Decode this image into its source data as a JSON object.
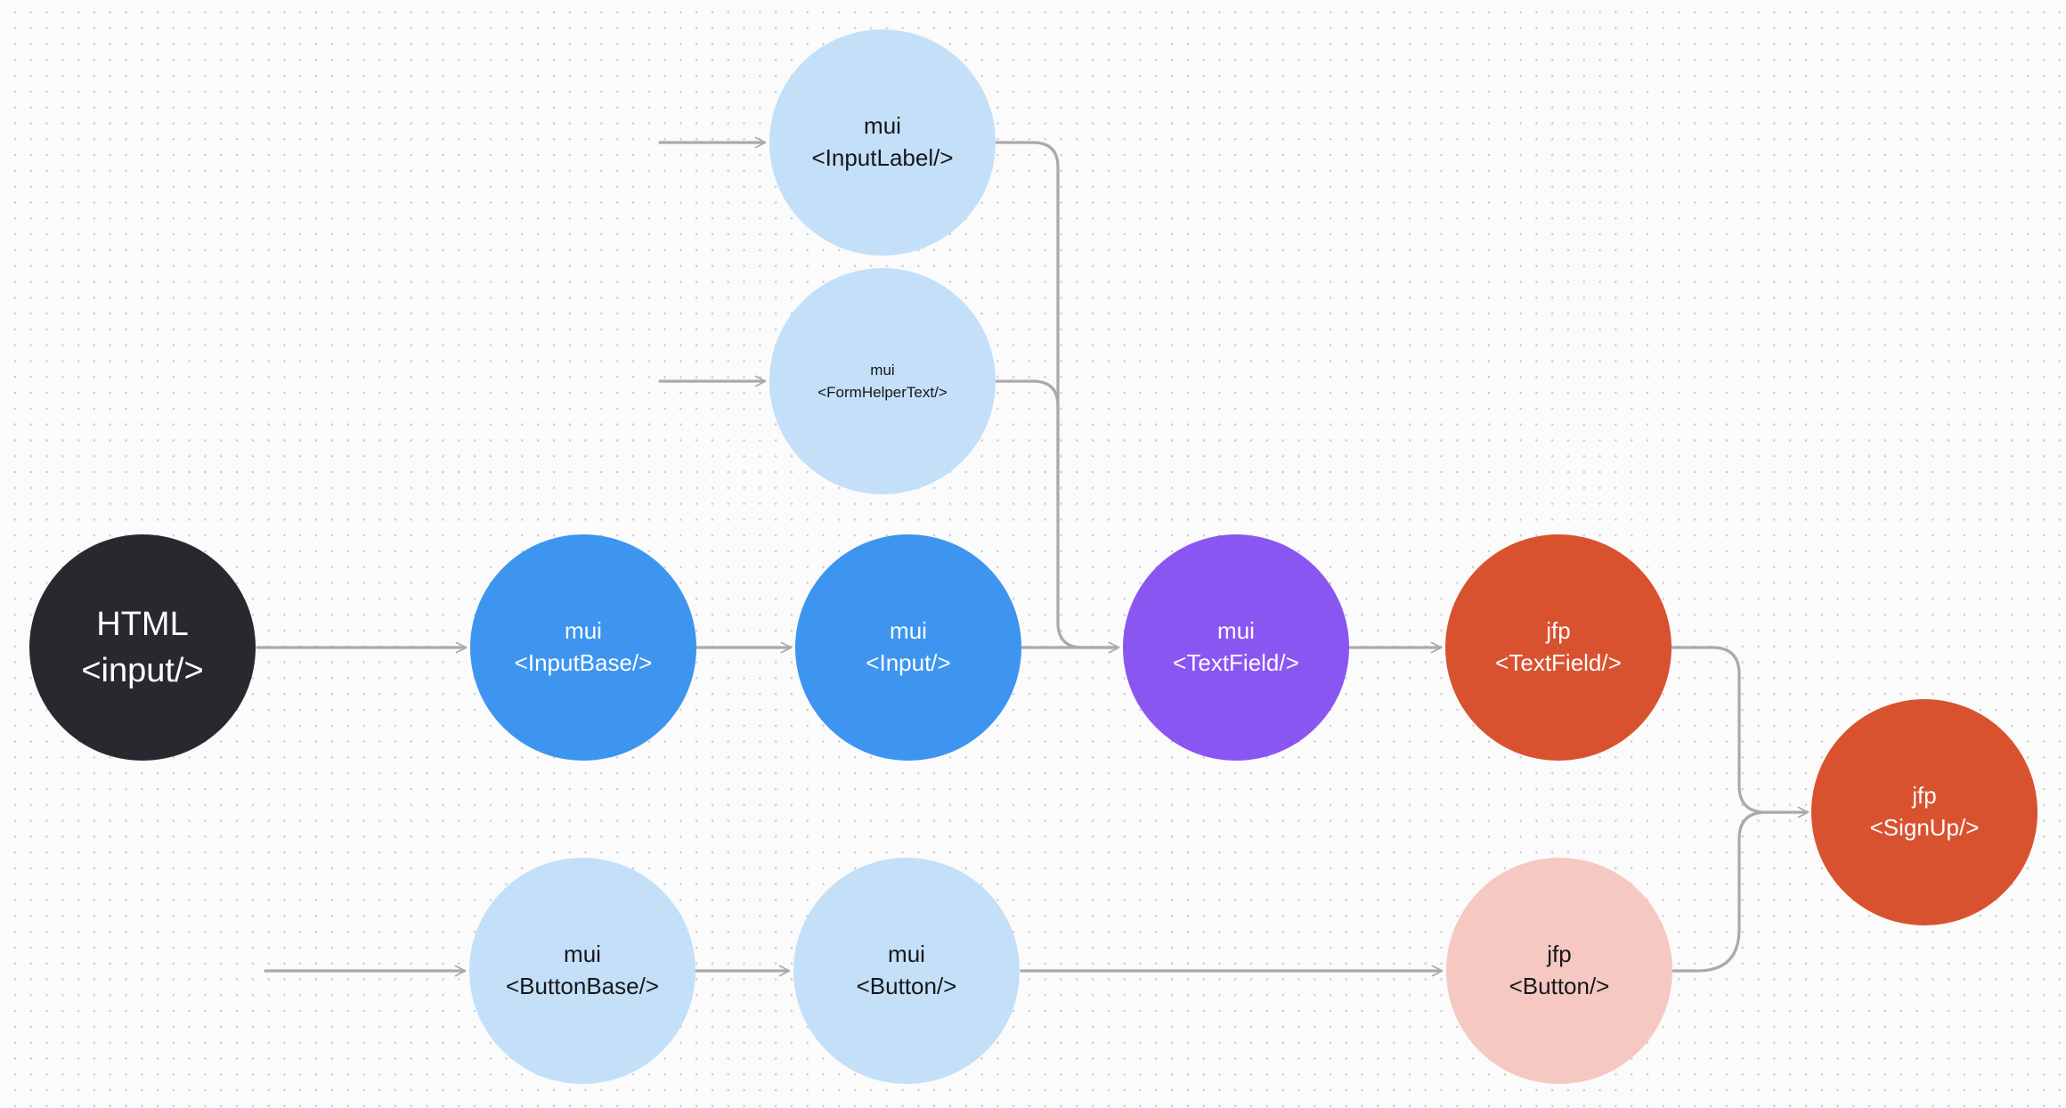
{
  "canvas": {
    "background_color": "#fbfbfb",
    "dot_grid_color": "#c9c9cd",
    "edge_color": "#a9a9ae"
  },
  "nodes": [
    {
      "id": "html-input",
      "line1": "HTML",
      "line2": "<input/>",
      "color": "#29282e",
      "text_color": "#ffffff"
    },
    {
      "id": "mui-inputbase",
      "line1": "mui",
      "line2": "<InputBase/>",
      "color": "#3d95ef",
      "text_color": "#ffffff"
    },
    {
      "id": "mui-input",
      "line1": "mui",
      "line2": "<Input/>",
      "color": "#3d95ef",
      "text_color": "#ffffff"
    },
    {
      "id": "mui-textfield",
      "line1": "mui",
      "line2": "<TextField/>",
      "color": "#8a56f2",
      "text_color": "#ffffff"
    },
    {
      "id": "jfp-textfield",
      "line1": "jfp",
      "line2": "<TextField/>",
      "color": "#d95230",
      "text_color": "#ffffff"
    },
    {
      "id": "jfp-signup",
      "line1": "jfp",
      "line2": "<SignUp/>",
      "color": "#d95230",
      "text_color": "#ffffff"
    },
    {
      "id": "mui-inputlabel",
      "line1": "mui",
      "line2": "<InputLabel/>",
      "color": "#c3e0f8",
      "text_color": "#17171a"
    },
    {
      "id": "mui-formhelpertext",
      "line1": "mui",
      "line2": "<FormHelperText/>",
      "color": "#c3e0f8",
      "text_color": "#17171a"
    },
    {
      "id": "mui-buttonbase",
      "line1": "mui",
      "line2": "<ButtonBase/>",
      "color": "#c3e0f8",
      "text_color": "#17171a"
    },
    {
      "id": "mui-button",
      "line1": "mui",
      "line2": "<Button/>",
      "color": "#c3e0f8",
      "text_color": "#17171a"
    },
    {
      "id": "jfp-button",
      "line1": "jfp",
      "line2": "<Button/>",
      "color": "#f5c8c2",
      "text_color": "#17171a"
    }
  ],
  "edges": [
    {
      "from": null,
      "to": "mui-inputlabel"
    },
    {
      "from": null,
      "to": "mui-formhelpertext"
    },
    {
      "from": "html-input",
      "to": "mui-inputbase"
    },
    {
      "from": "mui-inputbase",
      "to": "mui-input"
    },
    {
      "from": "mui-input",
      "to": "mui-textfield"
    },
    {
      "from": "mui-inputlabel",
      "to": "mui-textfield"
    },
    {
      "from": "mui-formhelpertext",
      "to": "mui-textfield"
    },
    {
      "from": "mui-textfield",
      "to": "jfp-textfield"
    },
    {
      "from": "jfp-textfield",
      "to": "jfp-signup"
    },
    {
      "from": null,
      "to": "mui-buttonbase"
    },
    {
      "from": "mui-buttonbase",
      "to": "mui-button"
    },
    {
      "from": "mui-button",
      "to": "jfp-button"
    },
    {
      "from": "jfp-button",
      "to": "jfp-signup"
    }
  ]
}
